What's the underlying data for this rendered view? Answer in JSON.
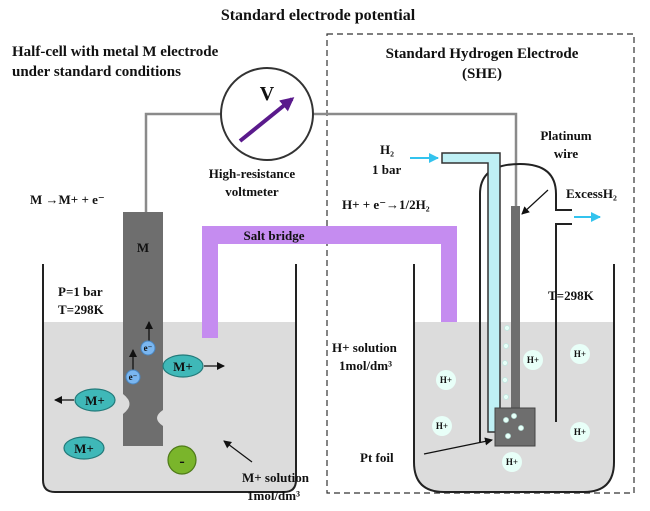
{
  "title": "Standard electrode potential",
  "left_cell": {
    "heading_line1": "Half-cell with metal M electrode",
    "heading_line2": "under standard conditions",
    "reaction": "M →M+ + e⁻",
    "electrode_label": "M",
    "pressure": "P=1 bar",
    "temperature": "T=298K",
    "ion_label": "M+",
    "electron_label": "e⁻",
    "anion_label": "-",
    "solution_line1": "M+ solution",
    "solution_line2": "1mol/dm³"
  },
  "voltmeter": {
    "symbol": "V",
    "label_line1": "High-resistance",
    "label_line2": "voltmeter"
  },
  "salt_bridge": {
    "label": "Salt bridge"
  },
  "she": {
    "heading_line1": "Standard Hydrogen Electrode",
    "heading_line2": "(SHE)",
    "h2_in_line1": "H₂",
    "h2_in_line2": "1 bar",
    "platinum_line1": "Platinum",
    "platinum_line2": "wire",
    "reaction": "H+ + e⁻→1/2H₂",
    "excess": "ExcessH₂",
    "temperature": "T=298K",
    "solution_line1": "H+ solution",
    "solution_line2": "1mol/dm³",
    "ion_label": "H+",
    "pt_foil": "Pt foil"
  },
  "colors": {
    "solution": "#dcdcdc",
    "electrode": "#6e6e6e",
    "salt_bridge": "#c58cf0",
    "metal_ion": "#3fb8b8",
    "electron": "#7ab6f0",
    "anion": "#7ab52b",
    "h_ion": "#e8fff8",
    "arrow_purple": "#5a1a8c",
    "h2_arrow": "#33c3ee",
    "glass_tube": "#bff0f5"
  }
}
